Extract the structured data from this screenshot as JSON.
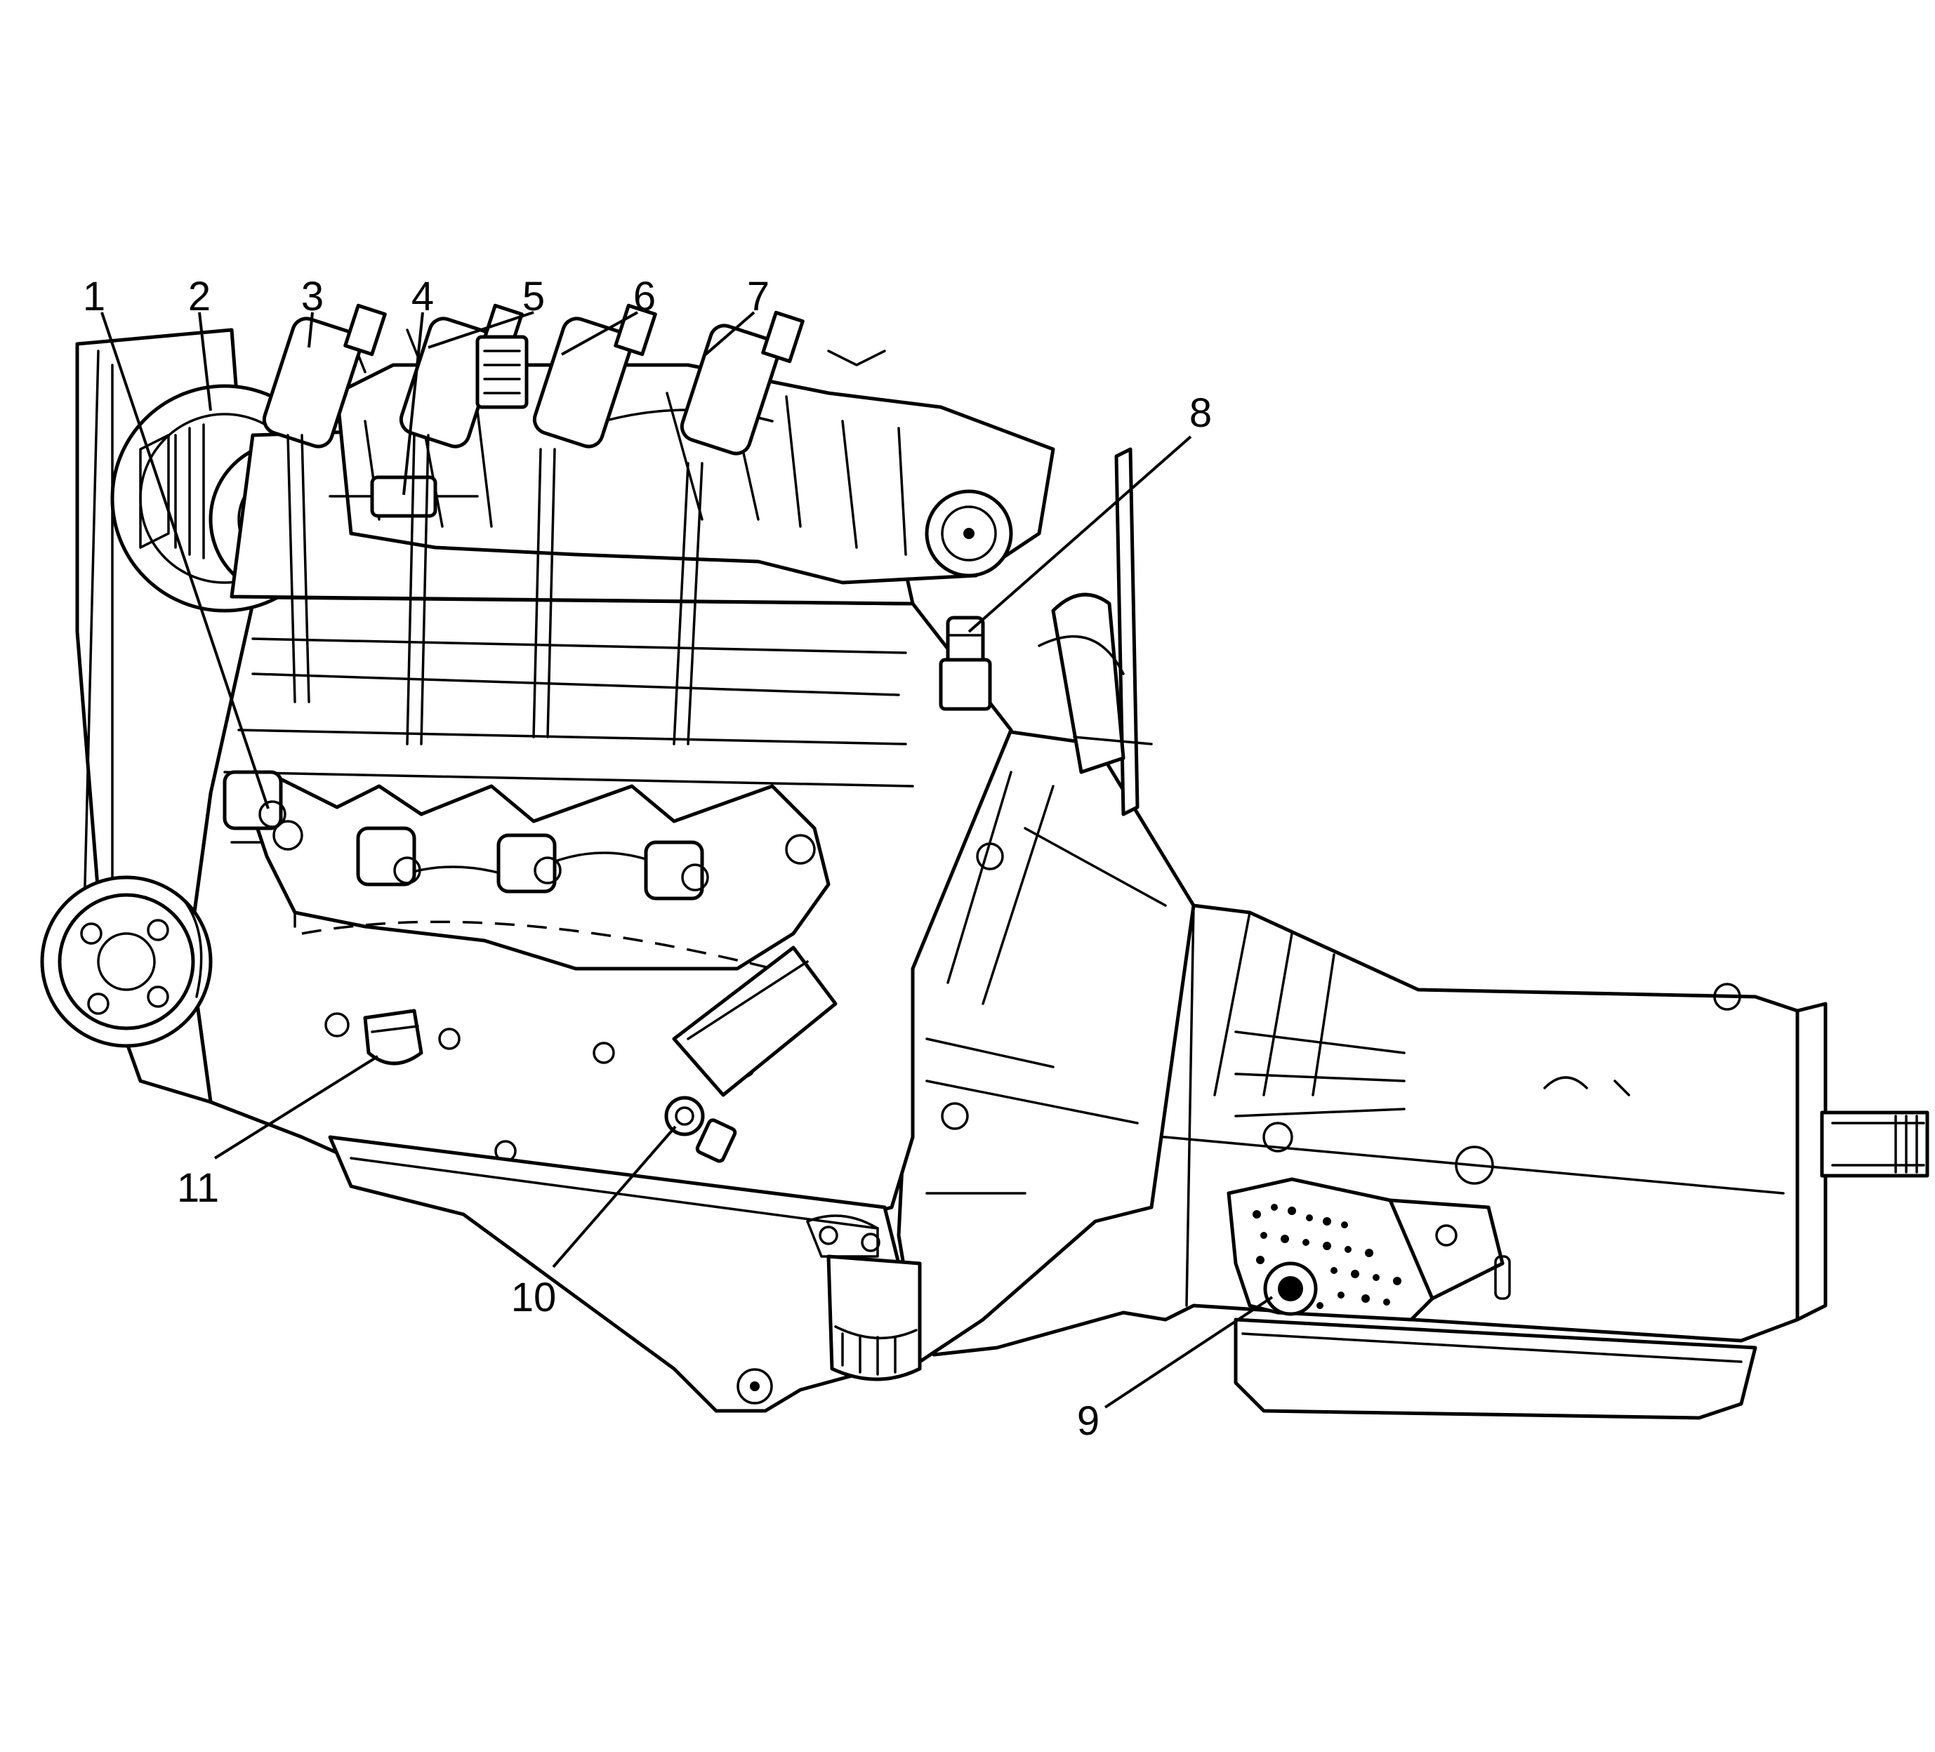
{
  "colors": {
    "line": "#000000",
    "background": "#ffffff"
  },
  "callouts": [
    {
      "id": "c1",
      "label": "1"
    },
    {
      "id": "c2",
      "label": "2"
    },
    {
      "id": "c3",
      "label": "3"
    },
    {
      "id": "c4",
      "label": "4"
    },
    {
      "id": "c5",
      "label": "5"
    },
    {
      "id": "c6",
      "label": "6"
    },
    {
      "id": "c7",
      "label": "7"
    },
    {
      "id": "c8",
      "label": "8"
    },
    {
      "id": "c9",
      "label": "9"
    },
    {
      "id": "c10",
      "label": "10"
    },
    {
      "id": "c11",
      "label": "11"
    }
  ]
}
